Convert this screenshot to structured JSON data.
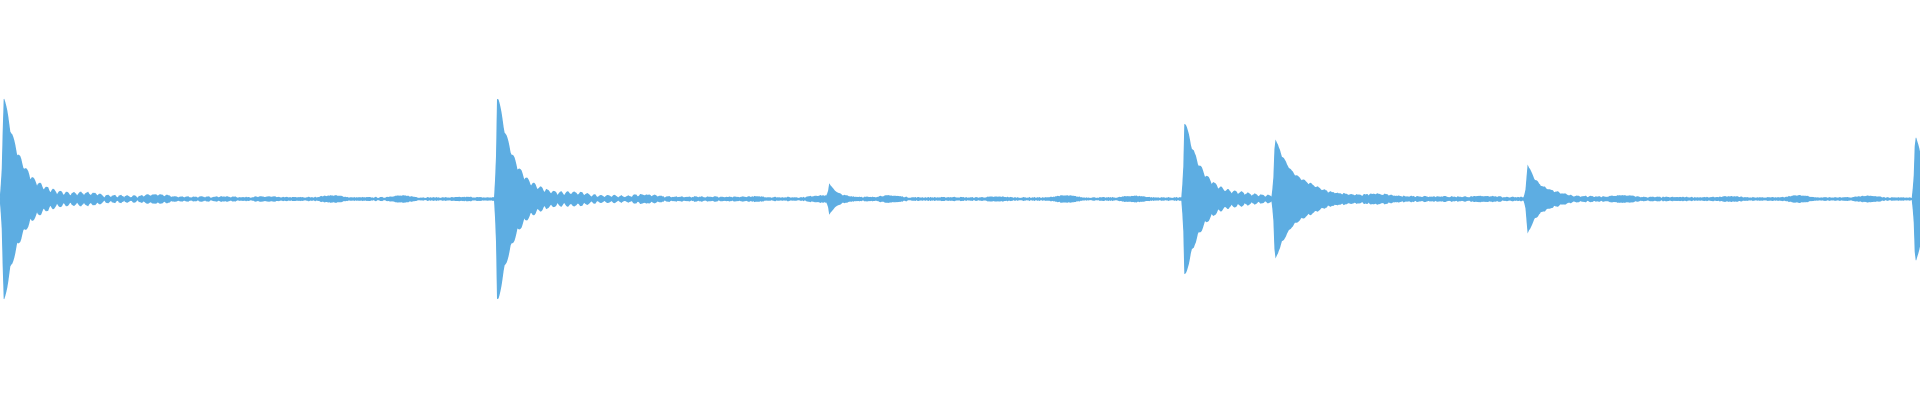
{
  "theme": {
    "background": "#ffffff",
    "waveform_color": "#5dade2"
  },
  "waveform": {
    "duration_fraction_axis": [
      0,
      1
    ],
    "baseline_noise": 0.012,
    "hits": [
      {
        "position": 0.0018,
        "amplitude": 1.0,
        "decay": 0.008
      },
      {
        "position": 0.259,
        "amplitude": 1.0,
        "decay": 0.008
      },
      {
        "position": 0.432,
        "amplitude": 0.12,
        "decay": 0.004
      },
      {
        "position": 0.617,
        "amplitude": 0.75,
        "decay": 0.008
      },
      {
        "position": 0.664,
        "amplitude": 0.55,
        "decay": 0.01
      },
      {
        "position": 0.7955,
        "amplitude": 0.32,
        "decay": 0.006
      },
      {
        "position": 0.9975,
        "amplitude": 0.62,
        "decay": 0.006
      }
    ]
  }
}
